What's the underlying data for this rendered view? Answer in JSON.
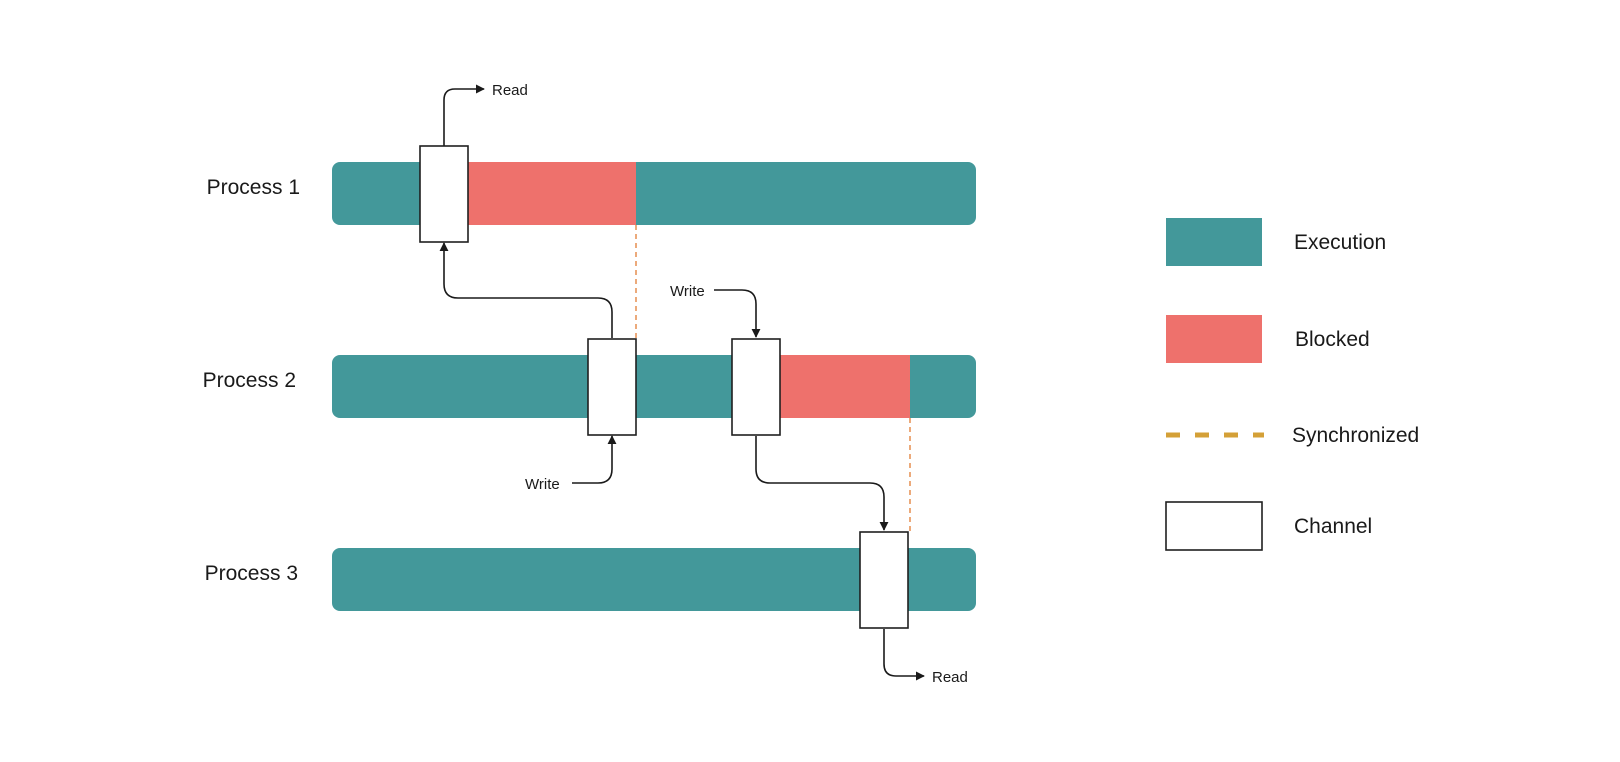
{
  "colors": {
    "execution": "#43989a",
    "blocked": "#ee716c",
    "synchronized": "#d4a037",
    "sync_line": "#e8955a",
    "channel_fill": "#ffffff",
    "channel_stroke": "#1f1f1f",
    "arrow": "#1a1a1a",
    "text": "#1a1a1a"
  },
  "processes": [
    {
      "label": "Process 1"
    },
    {
      "label": "Process 2"
    },
    {
      "label": "Process 3"
    }
  ],
  "annotations": {
    "p1_read": "Read",
    "p2_write_top": "Write",
    "p2_write_bottom": "Write",
    "p3_read": "Read"
  },
  "legend": {
    "execution": "Execution",
    "blocked": "Blocked",
    "synchronized": "Synchronized",
    "channel": "Channel"
  }
}
